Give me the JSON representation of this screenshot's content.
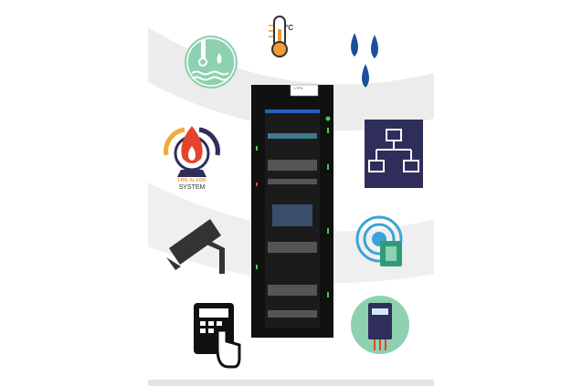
{
  "icons": [
    "water-leak-sensor",
    "temperature",
    "water-drops",
    "fire-alarm",
    "network",
    "cctv-camera",
    "rfid-access",
    "access-keypad",
    "power-meter",
    "server-rack"
  ],
  "fire_alarm": {
    "line1": "FIRE ALARM",
    "line2": "SYSTEM"
  },
  "temperature": {
    "unit": "°C"
  },
  "rack": {
    "label": "LTP3"
  },
  "colors": {
    "rack": "#111111",
    "network": "#2f2d5a",
    "green_circle": "#8ed1b0",
    "rfid": "#3aa3d8",
    "fire_red": "#e2452b",
    "fire_orange": "#f2a93b",
    "water": "#1a4f9c"
  }
}
